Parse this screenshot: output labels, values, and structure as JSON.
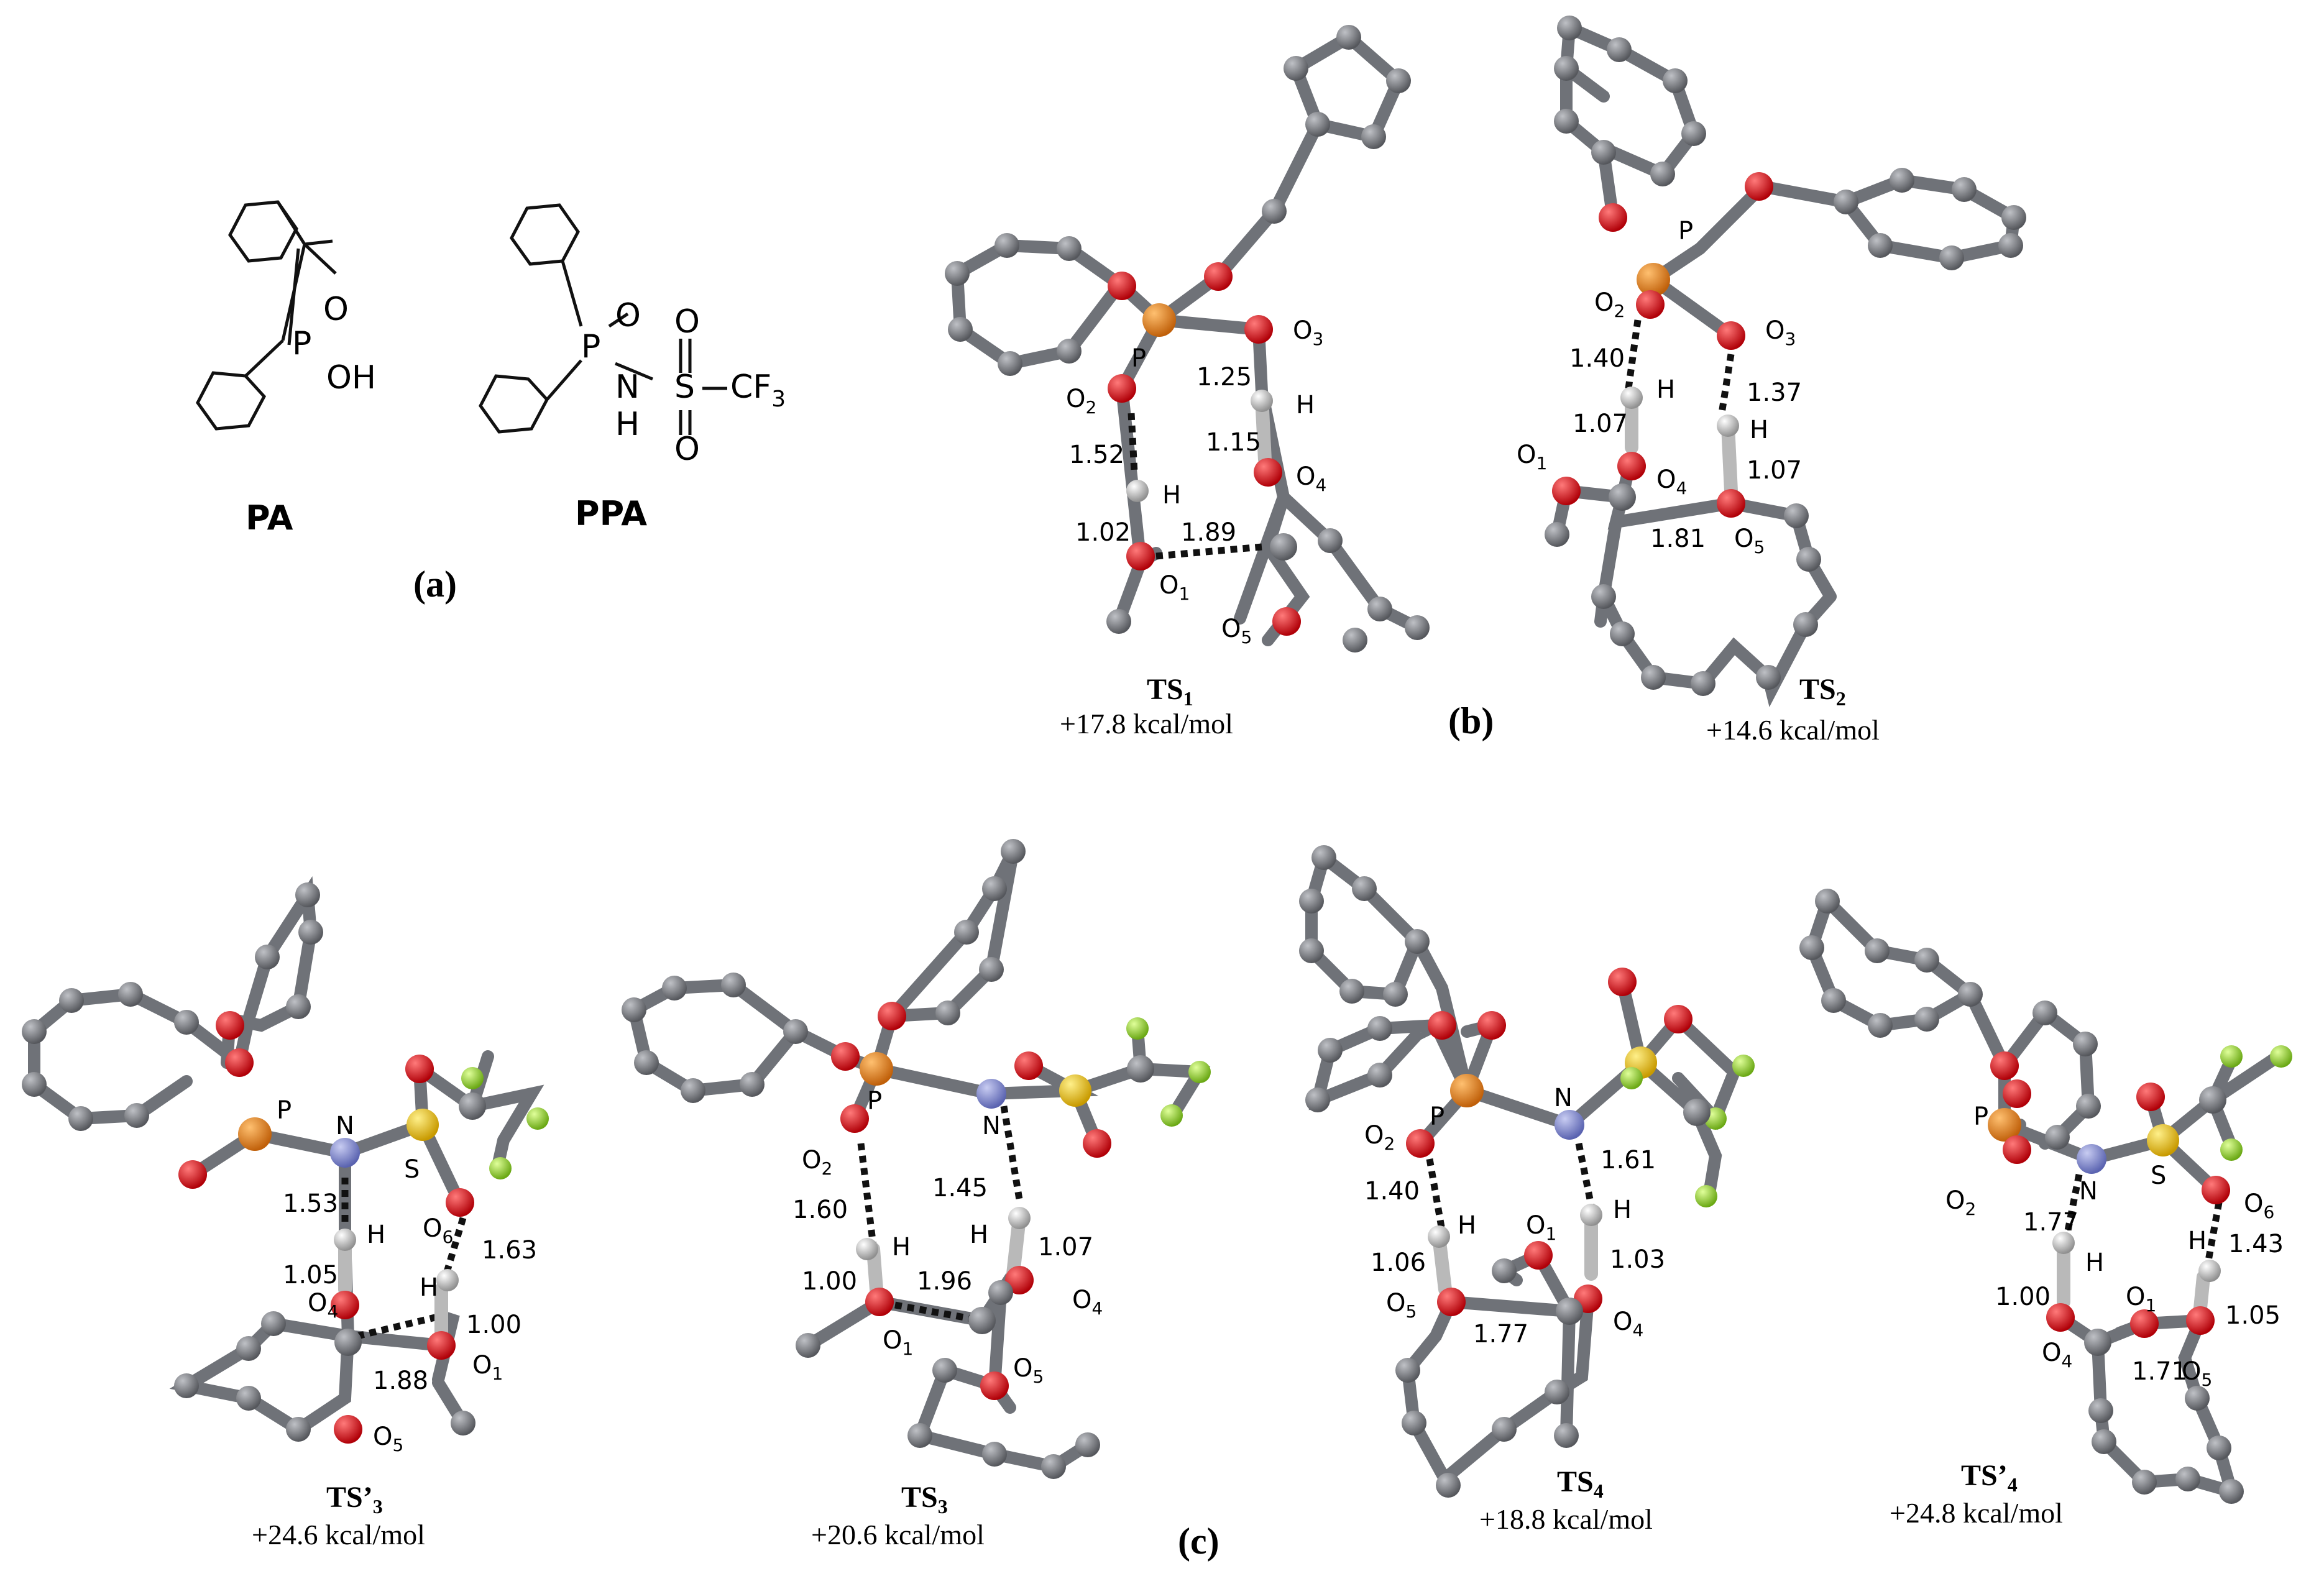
{
  "panels": {
    "a": {
      "label": "(a)",
      "pa": {
        "name": "PA",
        "P": "P",
        "O": "O",
        "OH": "OH"
      },
      "ppa": {
        "name": "PPA",
        "P": "P",
        "O": "O",
        "N": "N",
        "H": "H",
        "S": "S",
        "O_top": "O",
        "O_bot": "O",
        "CF3": "CF",
        "CF3_sub": "3"
      }
    },
    "b": {
      "label": "(b)",
      "ts1": {
        "name": "TS",
        "sub": "1",
        "energy": "+17.8 kcal/mol",
        "atoms": {
          "P": "P",
          "O2": "O",
          "O2s": "2",
          "O3": "O",
          "O3s": "3",
          "O1": "O",
          "O1s": "1",
          "O4": "O",
          "O4s": "4",
          "O5": "O",
          "O5s": "5",
          "H1": "H",
          "H2": "H"
        },
        "distances": [
          "1.52",
          "1.02",
          "1.89",
          "1.25",
          "1.15"
        ]
      },
      "ts2": {
        "name": "TS",
        "sub": "2",
        "energy": "+14.6 kcal/mol",
        "atoms": {
          "P": "P",
          "O2": "O",
          "O2s": "2",
          "O3": "O",
          "O3s": "3",
          "O1": "O",
          "O1s": "1",
          "O4": "O",
          "O4s": "4",
          "O5": "O",
          "O5s": "5",
          "H1": "H",
          "H2": "H"
        },
        "distances": [
          "1.40",
          "1.07",
          "1.81",
          "1.37",
          "1.07"
        ]
      }
    },
    "c": {
      "label": "(c)",
      "ts3p": {
        "name": "TS’",
        "sub": "3",
        "energy": "+24.6 kcal/mol",
        "atoms": {
          "P": "P",
          "N": "N",
          "S": "S",
          "O6": "O",
          "O6s": "6",
          "O4": "O",
          "O4s": "4",
          "O1": "O",
          "O1s": "1",
          "O5": "O",
          "O5s": "5",
          "H1": "H",
          "H2": "H"
        },
        "distances": [
          "1.53",
          "1.05",
          "1.88",
          "1.63",
          "1.00"
        ]
      },
      "ts3": {
        "name": "TS",
        "sub": "3",
        "energy": "+20.6 kcal/mol",
        "atoms": {
          "P": "P",
          "N": "N",
          "O2": "O",
          "O2s": "2",
          "O1": "O",
          "O1s": "1",
          "O4": "O",
          "O4s": "4",
          "O5": "O",
          "O5s": "5",
          "H1": "H",
          "H2": "H"
        },
        "distances": [
          "1.60",
          "1.00",
          "1.96",
          "1.45",
          "1.07"
        ]
      },
      "ts4": {
        "name": "TS",
        "sub": "4",
        "energy": "+18.8 kcal/mol",
        "atoms": {
          "P": "P",
          "N": "N",
          "O2": "O",
          "O2s": "2",
          "O1": "O",
          "O1s": "1",
          "O5": "O",
          "O5s": "5",
          "O4": "O",
          "O4s": "4",
          "H1": "H",
          "H2": "H"
        },
        "distances": [
          "1.40",
          "1.06",
          "1.77",
          "1.61",
          "1.03"
        ]
      },
      "ts4p": {
        "name": "TS’",
        "sub": "4",
        "energy": "+24.8 kcal/mol",
        "atoms": {
          "P": "P",
          "N": "N",
          "S": "S",
          "O2": "O",
          "O2s": "2",
          "O6": "O",
          "O6s": "6",
          "O1": "O",
          "O1s": "1",
          "O4": "O",
          "O4s": "4",
          "O5": "O",
          "O5s": "5",
          "H1": "H",
          "H2": "H"
        },
        "distances": [
          "1.77",
          "1.00",
          "1.71",
          "1.43",
          "1.05"
        ]
      }
    }
  },
  "colors": {
    "carbon": "#7d7f85",
    "oxygen": "#e8141c",
    "phosphorus": "#f08a1c",
    "nitrogen": "#8a93d6",
    "sulfur": "#f2c41a",
    "fluorine": "#a8e03a",
    "hydrogen": "#d6d6d6"
  }
}
